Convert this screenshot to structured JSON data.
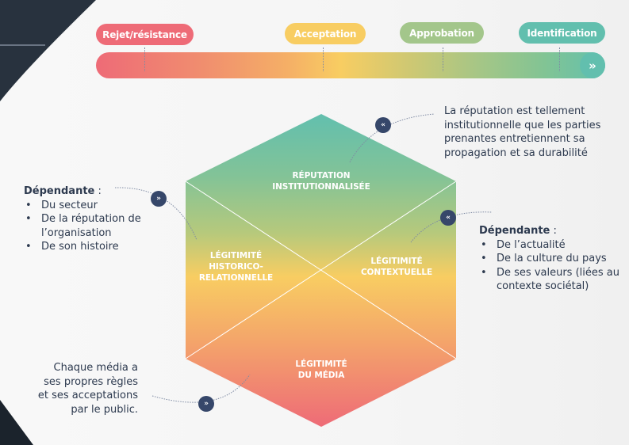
{
  "scale": {
    "stages": [
      {
        "label": "Rejet/résistance",
        "color": "#ee6b77"
      },
      {
        "label": "Acceptation",
        "color": "#f8cd62"
      },
      {
        "label": "Approbation",
        "color": "#a3c68b"
      },
      {
        "label": "Identification",
        "color": "#62bfae"
      }
    ],
    "arrow_icon": "double-chevron-right-icon",
    "arrow_glyph": "»"
  },
  "hexagon": {
    "top": {
      "line1": "RÉPUTATION",
      "line2": "INSTITUTIONNALISÉE"
    },
    "left": {
      "line1": "LÉGITIMITÉ",
      "line2": "HISTORICO-",
      "line3": "RELATIONNELLE"
    },
    "right": {
      "line1": "LÉGITIMITÉ",
      "line2": "CONTEXTUELLE"
    },
    "bottom": {
      "line1": "LÉGITIMITÉ",
      "line2": "DU MÉDIA"
    },
    "gradient_top": "#62bfae",
    "gradient_mid": "#f8cd62",
    "gradient_bottom": "#ee6b77"
  },
  "annotations": {
    "top_right": {
      "text": "La réputation est tellement institutionnelle que les parties prenantes entretiennent sa propagation et sa durabilité",
      "lines": [
        "La réputation est tellement",
        "institutionnelle que les parties",
        "prenantes entretiennent sa",
        "propagation et sa durabilité"
      ],
      "quote_glyph": "«"
    },
    "left": {
      "title": "Dépendante",
      "colon": " :",
      "items": [
        "Du secteur",
        "De la réputation de l’organisation",
        "De son histoire"
      ],
      "quote_glyph": "»"
    },
    "right": {
      "title": "Dépendante",
      "colon": " :",
      "items": [
        "De l’actualité",
        "De la culture du pays",
        "De ses valeurs (liées au contexte sociétal)"
      ],
      "quote_glyph": "«"
    },
    "bottom_left": {
      "lines": [
        "Chaque média a",
        "ses propres règles",
        "et ses acceptations",
        "par le public."
      ],
      "quote_glyph": "»"
    }
  }
}
